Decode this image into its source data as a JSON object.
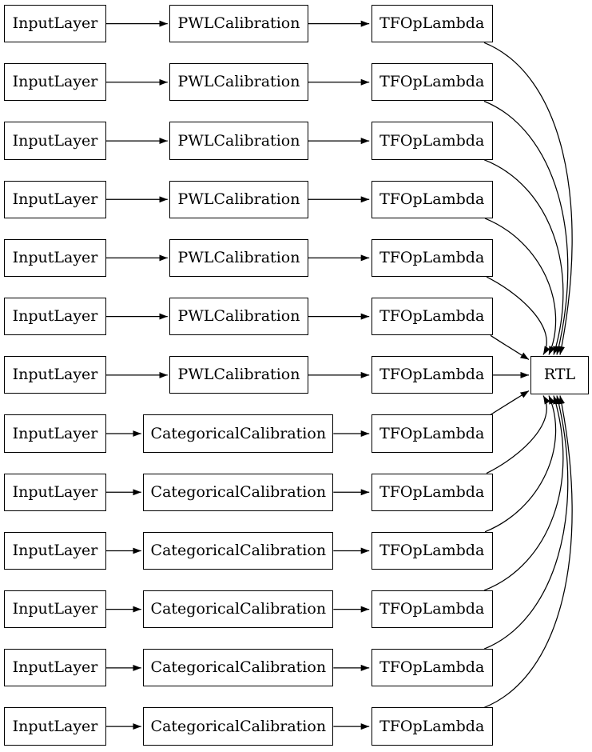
{
  "diagram": {
    "type": "model-architecture-graph",
    "output_node": {
      "label": "RTL"
    },
    "rows": [
      {
        "input": "InputLayer",
        "calibration": "PWLCalibration",
        "lambda": "TFOpLambda"
      },
      {
        "input": "InputLayer",
        "calibration": "PWLCalibration",
        "lambda": "TFOpLambda"
      },
      {
        "input": "InputLayer",
        "calibration": "PWLCalibration",
        "lambda": "TFOpLambda"
      },
      {
        "input": "InputLayer",
        "calibration": "PWLCalibration",
        "lambda": "TFOpLambda"
      },
      {
        "input": "InputLayer",
        "calibration": "PWLCalibration",
        "lambda": "TFOpLambda"
      },
      {
        "input": "InputLayer",
        "calibration": "PWLCalibration",
        "lambda": "TFOpLambda"
      },
      {
        "input": "InputLayer",
        "calibration": "PWLCalibration",
        "lambda": "TFOpLambda"
      },
      {
        "input": "InputLayer",
        "calibration": "CategoricalCalibration",
        "lambda": "TFOpLambda"
      },
      {
        "input": "InputLayer",
        "calibration": "CategoricalCalibration",
        "lambda": "TFOpLambda"
      },
      {
        "input": "InputLayer",
        "calibration": "CategoricalCalibration",
        "lambda": "TFOpLambda"
      },
      {
        "input": "InputLayer",
        "calibration": "CategoricalCalibration",
        "lambda": "TFOpLambda"
      },
      {
        "input": "InputLayer",
        "calibration": "CategoricalCalibration",
        "lambda": "TFOpLambda"
      },
      {
        "input": "InputLayer",
        "calibration": "CategoricalCalibration",
        "lambda": "TFOpLambda"
      }
    ],
    "colors": {
      "background": "#ffffff",
      "node_fill": "#ffffff",
      "node_border": "#000000",
      "edge": "#000000",
      "text": "#000000"
    }
  }
}
